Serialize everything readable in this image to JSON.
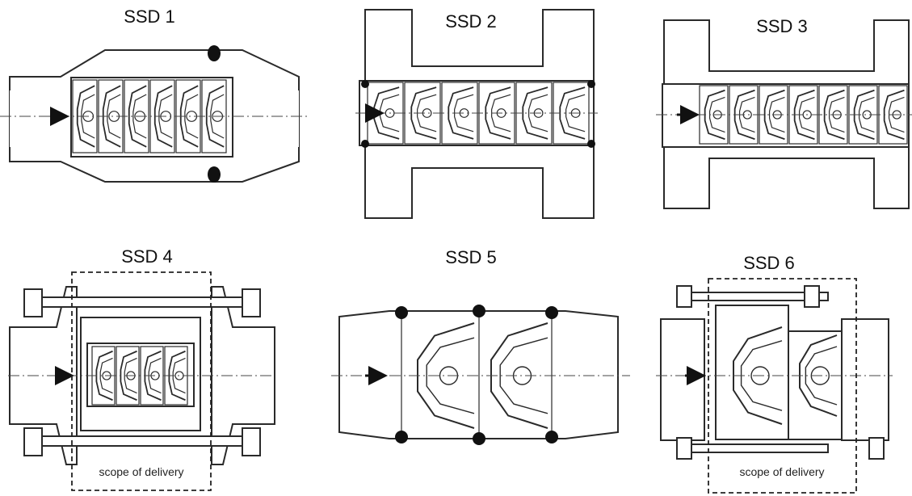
{
  "panels": [
    {
      "title": "SSD 1"
    },
    {
      "title": "SSD 2"
    },
    {
      "title": "SSD 3"
    },
    {
      "title": "SSD 4",
      "note": "scope of delivery"
    },
    {
      "title": "SSD 5"
    },
    {
      "title": "SSD 6",
      "note": "scope of delivery"
    }
  ],
  "colors": {
    "ink": "#2a2a2a",
    "weld": "#111111",
    "paper": "#ffffff"
  },
  "icons": [
    "flow-arrow-icon",
    "weld-dot-icon",
    "nut-icon"
  ]
}
